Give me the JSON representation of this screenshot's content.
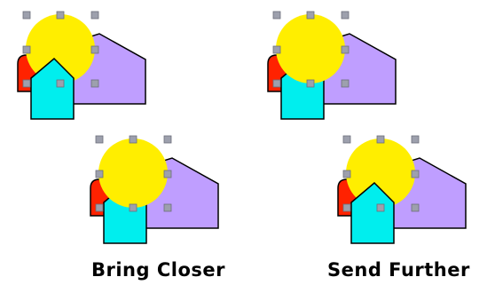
{
  "labels": {
    "bring_closer": "Bring Closer",
    "send_further": "Send Further"
  },
  "colors": {
    "house": "#bf9eff",
    "circle": "#ffee00",
    "red_shape": "#ff2200",
    "arrow": "#00eeee",
    "handle": "#9da0ad"
  },
  "panels": [
    {
      "id": "before-left",
      "stacking_order": [
        "house",
        "red-shape",
        "circle",
        "arrow"
      ],
      "selected": "circle"
    },
    {
      "id": "before-right",
      "stacking_order": [
        "house",
        "red-shape",
        "arrow",
        "circle"
      ],
      "selected": "circle"
    },
    {
      "id": "after-bring-closer",
      "stacking_order": [
        "house",
        "red-shape",
        "arrow",
        "circle"
      ],
      "selected": "circle"
    },
    {
      "id": "after-send-further",
      "stacking_order": [
        "house",
        "red-shape",
        "circle",
        "arrow"
      ],
      "selected": "circle"
    }
  ]
}
